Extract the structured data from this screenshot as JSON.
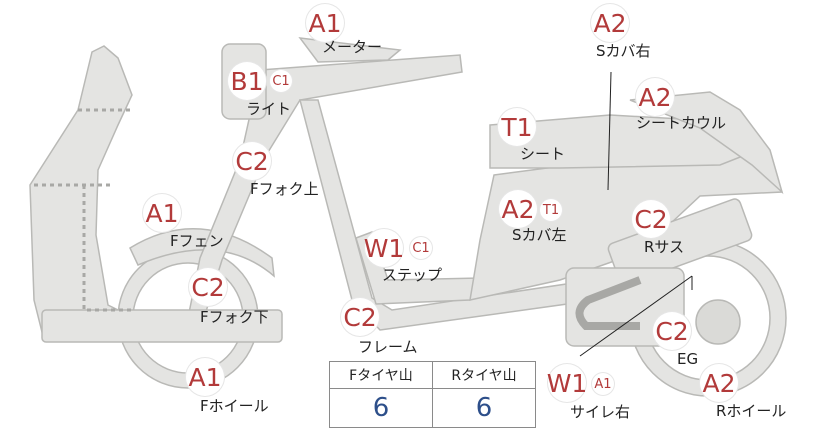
{
  "grades": {
    "meter": "A1",
    "light_main": "B1",
    "light_sub": "C1",
    "fork_upper": "C2",
    "front_fender": "A1",
    "fork_lower": "C2",
    "front_wheel": "A1",
    "frame": "C2",
    "step_main": "W1",
    "step_sub": "C1",
    "side_cover_left_main": "A2",
    "side_cover_left_sub": "T1",
    "seat": "T1",
    "side_cover_right": "A2",
    "seat_cowl": "A2",
    "rear_suspension": "C2",
    "engine": "C2",
    "rear_wheel": "A2",
    "muffler_right_main": "W1",
    "muffler_right_sub": "A1"
  },
  "labels": {
    "meter": "メーター",
    "light": "ライト",
    "fork_upper": "Fフォク上",
    "front_fender": "Fフェン",
    "fork_lower": "Fフォク下",
    "front_wheel": "Fホイール",
    "frame": "フレーム",
    "step": "ステップ",
    "side_cover_left": "Sカバ左",
    "seat": "シート",
    "side_cover_right": "Sカバ右",
    "seat_cowl": "シートカウル",
    "rear_suspension": "Rサス",
    "engine": "EG",
    "rear_wheel": "Rホイール",
    "muffler_right": "サイレ右"
  },
  "tyre_table": {
    "headers": [
      "Fタイヤ山",
      "Rタイヤ山"
    ],
    "values": [
      "6",
      "6"
    ]
  },
  "colors": {
    "grade_text": "#b23a3a",
    "tyre_value": "#2d4f8a",
    "part_fill": "#e4e4e2",
    "part_stroke": "#b9b9b6"
  }
}
